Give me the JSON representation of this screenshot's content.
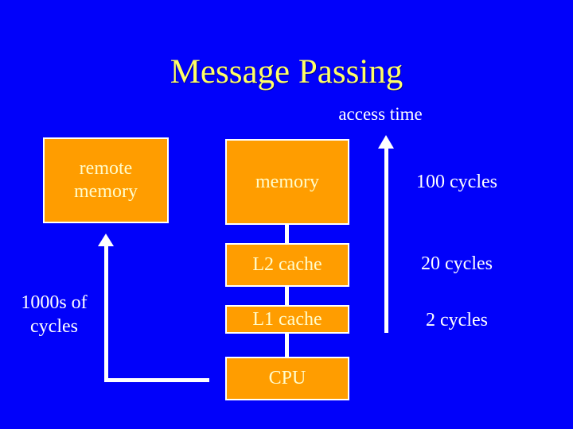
{
  "colors": {
    "background": "#0101fa",
    "title-text": "#ffff66",
    "box-fill": "#ff9d00",
    "box-border": "#ffffff",
    "box-text": "#fffccc",
    "label-text": "#ffffff",
    "arrow": "#ffffff"
  },
  "slide": {
    "title": "Message Passing",
    "access_time_heading": "access time"
  },
  "diagram": {
    "remote": {
      "label": "remote memory",
      "cost_label": "1000s of cycles"
    },
    "levels": [
      {
        "label": "memory",
        "access_time": "100 cycles"
      },
      {
        "label": "L2 cache",
        "access_time": "20 cycles"
      },
      {
        "label": "L1 cache",
        "access_time": "2 cycles"
      },
      {
        "label": "CPU"
      }
    ]
  }
}
